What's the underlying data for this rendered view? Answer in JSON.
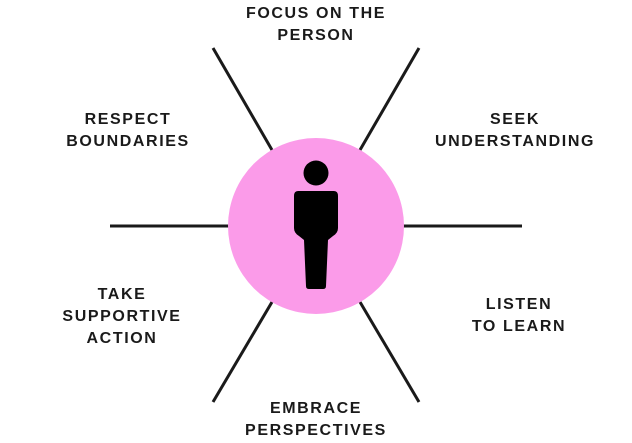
{
  "colors": {
    "circle": "#fb9be9",
    "ink": "#1a1a1a"
  },
  "center_icon": "person-icon",
  "labels": {
    "focus": [
      "FOCUS ON THE",
      "PERSON"
    ],
    "seek": [
      "SEEK",
      "UNDERSTANDING"
    ],
    "listen": [
      "LISTEN",
      "TO LEARN"
    ],
    "embrace": [
      "EMBRACE",
      "PERSPECTIVES"
    ],
    "take": [
      "TAKE",
      "SUPPORTIVE",
      "ACTION"
    ],
    "respect": [
      "RESPECT",
      "BOUNDARIES"
    ]
  }
}
